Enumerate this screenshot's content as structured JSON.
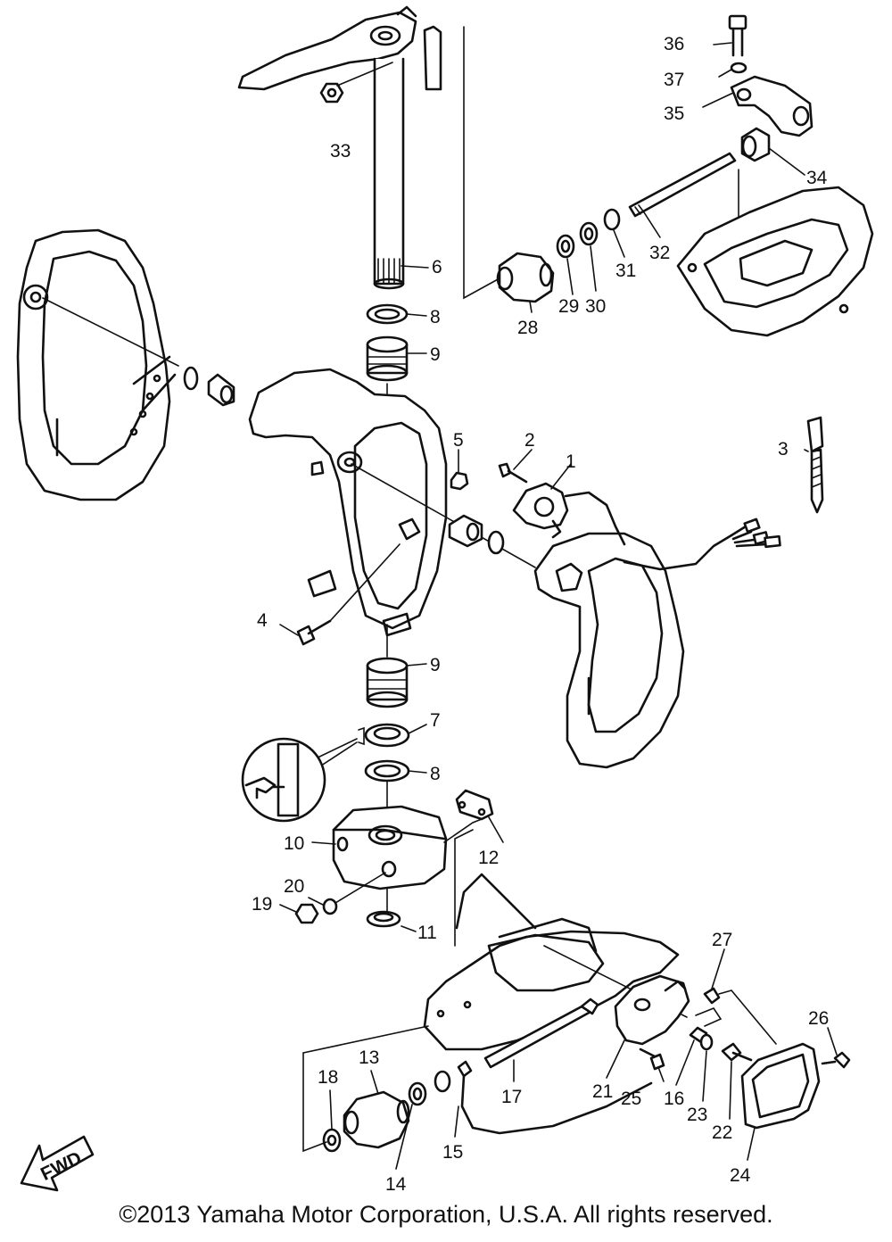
{
  "callouts": [
    {
      "id": "1",
      "label": "1"
    },
    {
      "id": "2",
      "label": "2"
    },
    {
      "id": "3",
      "label": "3"
    },
    {
      "id": "4",
      "label": "4"
    },
    {
      "id": "5",
      "label": "5"
    },
    {
      "id": "6",
      "label": "6"
    },
    {
      "id": "7",
      "label": "7"
    },
    {
      "id": "8a",
      "label": "8"
    },
    {
      "id": "8b",
      "label": "8"
    },
    {
      "id": "9a",
      "label": "9"
    },
    {
      "id": "9b",
      "label": "9"
    },
    {
      "id": "10",
      "label": "10"
    },
    {
      "id": "11",
      "label": "11"
    },
    {
      "id": "12",
      "label": "12"
    },
    {
      "id": "13",
      "label": "13"
    },
    {
      "id": "14",
      "label": "14"
    },
    {
      "id": "15",
      "label": "15"
    },
    {
      "id": "16",
      "label": "16"
    },
    {
      "id": "17",
      "label": "17"
    },
    {
      "id": "18",
      "label": "18"
    },
    {
      "id": "19",
      "label": "19"
    },
    {
      "id": "20",
      "label": "20"
    },
    {
      "id": "21",
      "label": "21"
    },
    {
      "id": "22",
      "label": "22"
    },
    {
      "id": "23",
      "label": "23"
    },
    {
      "id": "24",
      "label": "24"
    },
    {
      "id": "25",
      "label": "25"
    },
    {
      "id": "26",
      "label": "26"
    },
    {
      "id": "27",
      "label": "27"
    },
    {
      "id": "28",
      "label": "28"
    },
    {
      "id": "29",
      "label": "29"
    },
    {
      "id": "30",
      "label": "30"
    },
    {
      "id": "31",
      "label": "31"
    },
    {
      "id": "32",
      "label": "32"
    },
    {
      "id": "33",
      "label": "33"
    },
    {
      "id": "34",
      "label": "34"
    },
    {
      "id": "35",
      "label": "35"
    },
    {
      "id": "36",
      "label": "36"
    },
    {
      "id": "37",
      "label": "37"
    }
  ],
  "direction_marker": "FWD",
  "copyright": "©2013 Yamaha Motor Corporation, U.S.A. All rights reserved."
}
